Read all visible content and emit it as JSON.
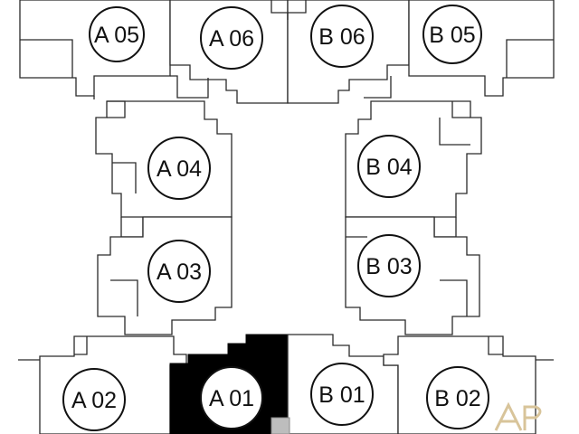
{
  "units": [
    {
      "id": "A05",
      "label": "A 05"
    },
    {
      "id": "A06",
      "label": "A 06"
    },
    {
      "id": "B06",
      "label": "B 06"
    },
    {
      "id": "B05",
      "label": "B 05"
    },
    {
      "id": "A04",
      "label": "A 04"
    },
    {
      "id": "B04",
      "label": "B 04"
    },
    {
      "id": "A03",
      "label": "A 03"
    },
    {
      "id": "B03",
      "label": "B 03"
    },
    {
      "id": "A02",
      "label": "A 02"
    },
    {
      "id": "A01",
      "label": "A 01"
    },
    {
      "id": "B01",
      "label": "B 01"
    },
    {
      "id": "B02",
      "label": "B 02"
    }
  ],
  "selected_unit": "A01",
  "colors": {
    "highlight": "#000000",
    "wall": "#2a2a2a",
    "core": "#bdbdbd",
    "watermark": "#d8c49a"
  },
  "watermark": {
    "text": "AP"
  }
}
